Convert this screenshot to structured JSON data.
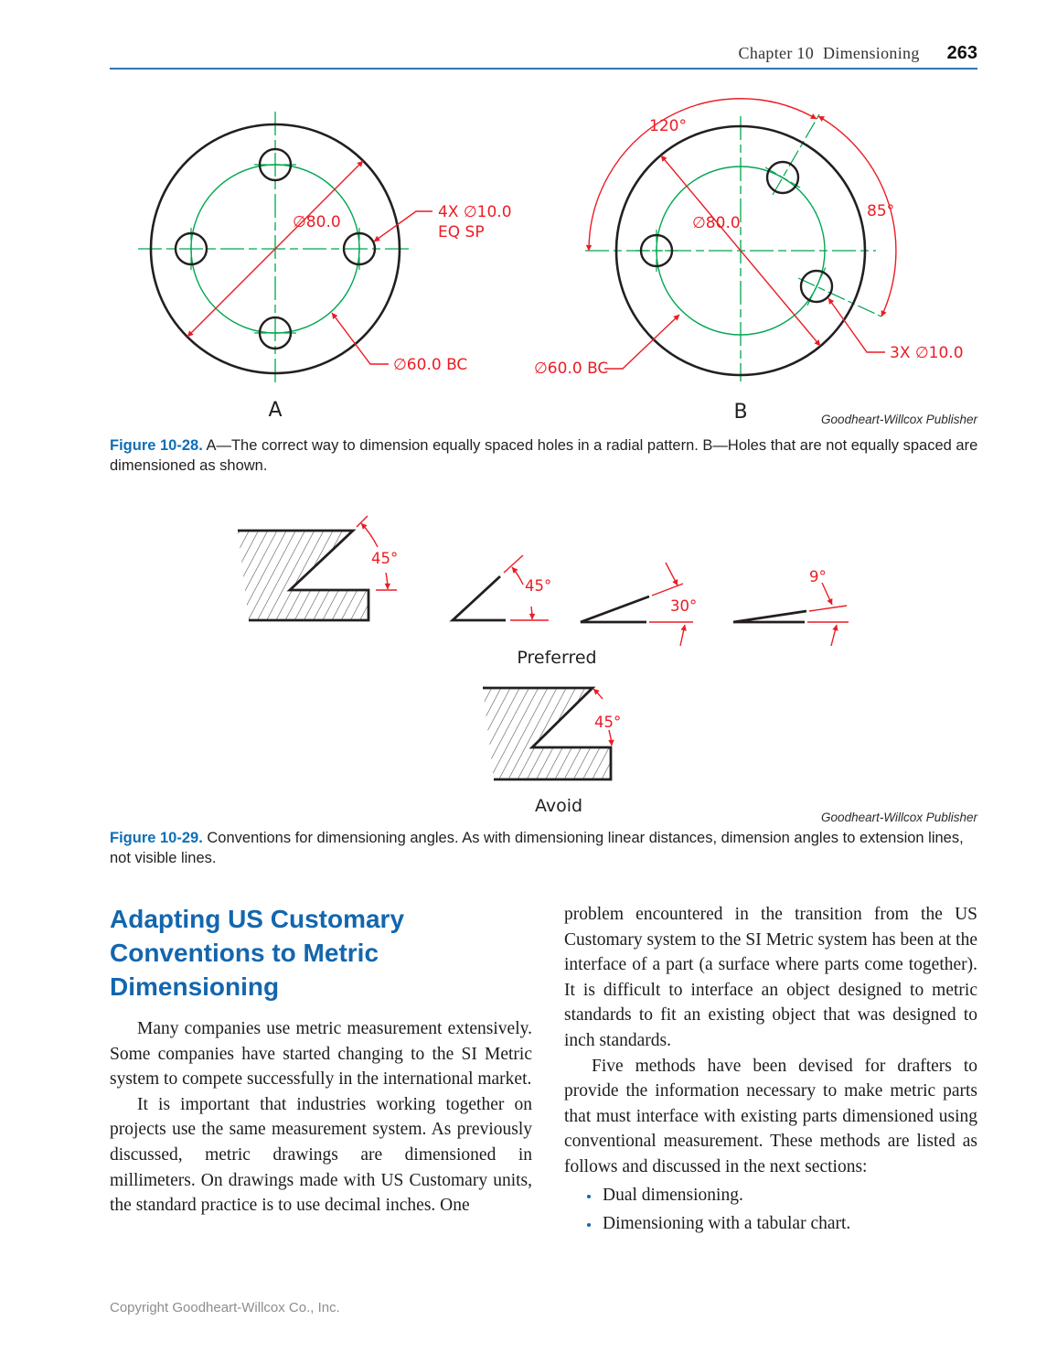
{
  "header": {
    "chapter": "Chapter 10",
    "title": "Dimensioning",
    "page_number": "263"
  },
  "figure28": {
    "credit": "Goodheart-Willcox Publisher",
    "caption_label": "Figure 10-28.",
    "caption_text": " A—The correct way to dimension equally spaced holes in a radial pattern. B—Holes that are not equally spaced are dimensioned as shown.",
    "a": {
      "label": "A",
      "outer_dia": "∅80.0",
      "holes_note_line1": "4X ∅10.0",
      "holes_note_line2": "EQ SP",
      "bolt_circle": "∅60.0 BC"
    },
    "b": {
      "label": "B",
      "outer_dia": "∅80.0",
      "holes_note": "3X ∅10.0",
      "bolt_circle": "∅60.0 BC",
      "angle_120": "120°",
      "angle_85": "85°"
    }
  },
  "figure29": {
    "credit": "Goodheart-Willcox Publisher",
    "caption_label": "Figure 10-29.",
    "caption_text": " Conventions for dimensioning angles. As with dimensioning linear distances, dimension angles to extension lines, not visible lines.",
    "angle_45_notch": "45°",
    "angle_45_triangle": "45°",
    "angle_30": "30°",
    "angle_9": "9°",
    "angle_45_avoid": "45°",
    "preferred_label": "Preferred",
    "avoid_label": "Avoid"
  },
  "section": {
    "heading": "Adapting US Customary Conventions to Metric Dimensioning",
    "col1_para1": "Many companies use metric measurement extensively. Some companies have started changing to the SI Metric system to compete successfully in the international market.",
    "col1_para2": "It is important that industries working together on projects use the same measurement system. As previously discussed, metric drawings are dimensioned in millimeters. On drawings made with US Customary units, the standard practice is to use decimal inches. One",
    "col2_para1": "problem encountered in the transition from the US Customary system to the SI Metric system has been at the interface of a part (a surface where parts come together). It is difficult to interface an object designed to metric standards to fit an existing object that was designed to inch standards.",
    "col2_para2": "Five methods have been devised for drafters to provide the information necessary to make metric parts that must interface with existing parts dimensioned using conventional measurement. These methods are listed as follows and discussed in the next sections:",
    "bullets": [
      "Dual dimensioning.",
      "Dimensioning with a tabular chart."
    ]
  },
  "footer": "Copyright Goodheart-Willcox Co., Inc.",
  "colors": {
    "dimension_red": "#ec1c24",
    "centerline_green": "#00a651",
    "heading_blue": "#1366ae",
    "caption_blue": "#0e6fb7",
    "rule_blue": "#3273b6"
  }
}
